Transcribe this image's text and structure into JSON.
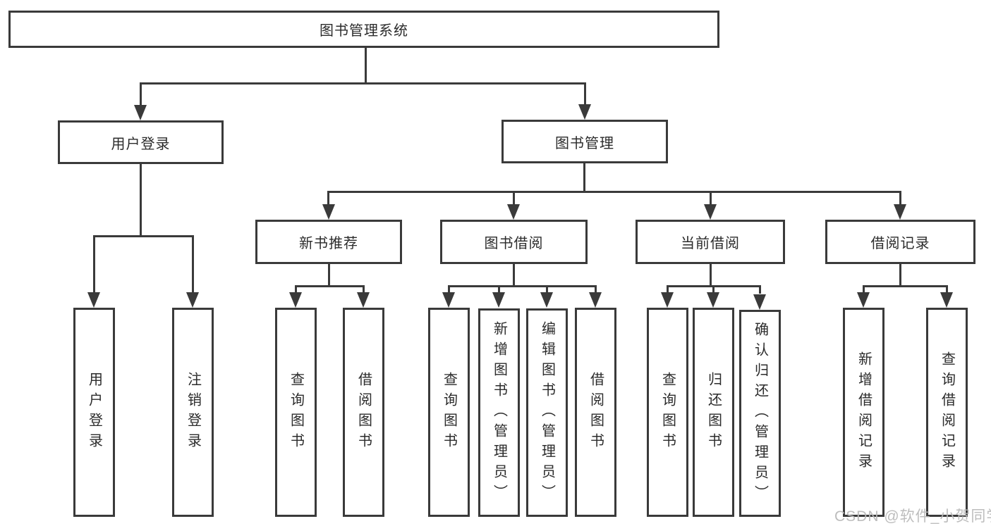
{
  "diagram_type": "hierarchy-tree",
  "root": {
    "label": "图书管理系统"
  },
  "branches": [
    {
      "label": "用户登录",
      "children": [
        {
          "label": "用户登录"
        },
        {
          "label": "注销登录"
        }
      ]
    },
    {
      "label": "图书管理",
      "children": [
        {
          "label": "新书推荐",
          "children": [
            {
              "label": "查询图书"
            },
            {
              "label": "借阅图书"
            }
          ]
        },
        {
          "label": "图书借阅",
          "children": [
            {
              "label": "查询图书"
            },
            {
              "label": "新增图书（管理员）"
            },
            {
              "label": "编辑图书（管理员）"
            },
            {
              "label": "借阅图书"
            }
          ]
        },
        {
          "label": "当前借阅",
          "children": [
            {
              "label": "查询图书"
            },
            {
              "label": "归还图书"
            },
            {
              "label": "确认归还（管理员）"
            }
          ]
        },
        {
          "label": "借阅记录",
          "children": [
            {
              "label": "新增借阅记录"
            },
            {
              "label": "查询借阅记录"
            }
          ]
        }
      ]
    }
  ],
  "watermark": "CSDN @软件_小贺同学",
  "colors": {
    "line": "#3a3a3a",
    "text": "#2b2b2b",
    "box_background": "#ffffff",
    "watermark": "#b9b9b9"
  }
}
